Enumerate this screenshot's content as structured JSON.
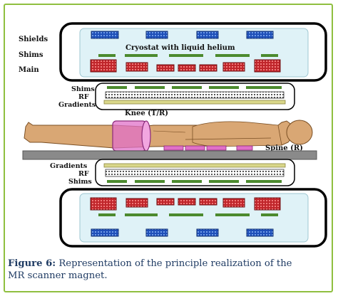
{
  "labels": {
    "shields": "Shields",
    "shims_top": "Shims",
    "main": "Main",
    "cryostat": "Cryostat with liquid helium",
    "upper_shims": "Shims",
    "upper_rf": "RF",
    "upper_gradients": "Gradients",
    "knee": "Knee (T/R)",
    "spine": "Spine (R)",
    "lower_gradients": "Gradients",
    "lower_rf": "RF",
    "lower_shims": "Shims"
  },
  "caption": {
    "label": "Figure 6:",
    "line1": " Representation of the principle realization of the",
    "line2": "MR scanner magnet."
  },
  "colors": {
    "frame": "#8fbf3f",
    "cryostat_fill": "#dff2f7",
    "shield_blue": "#1f4fb8",
    "main_red": "#c0262b",
    "shim_green": "#4c8a2e",
    "gradient_yellow": "#d9d78a",
    "table_gray": "#8a8a8a",
    "skin": "#d9a774",
    "coil_pink": "#e070c8",
    "caption_text": "#1f3b63"
  }
}
